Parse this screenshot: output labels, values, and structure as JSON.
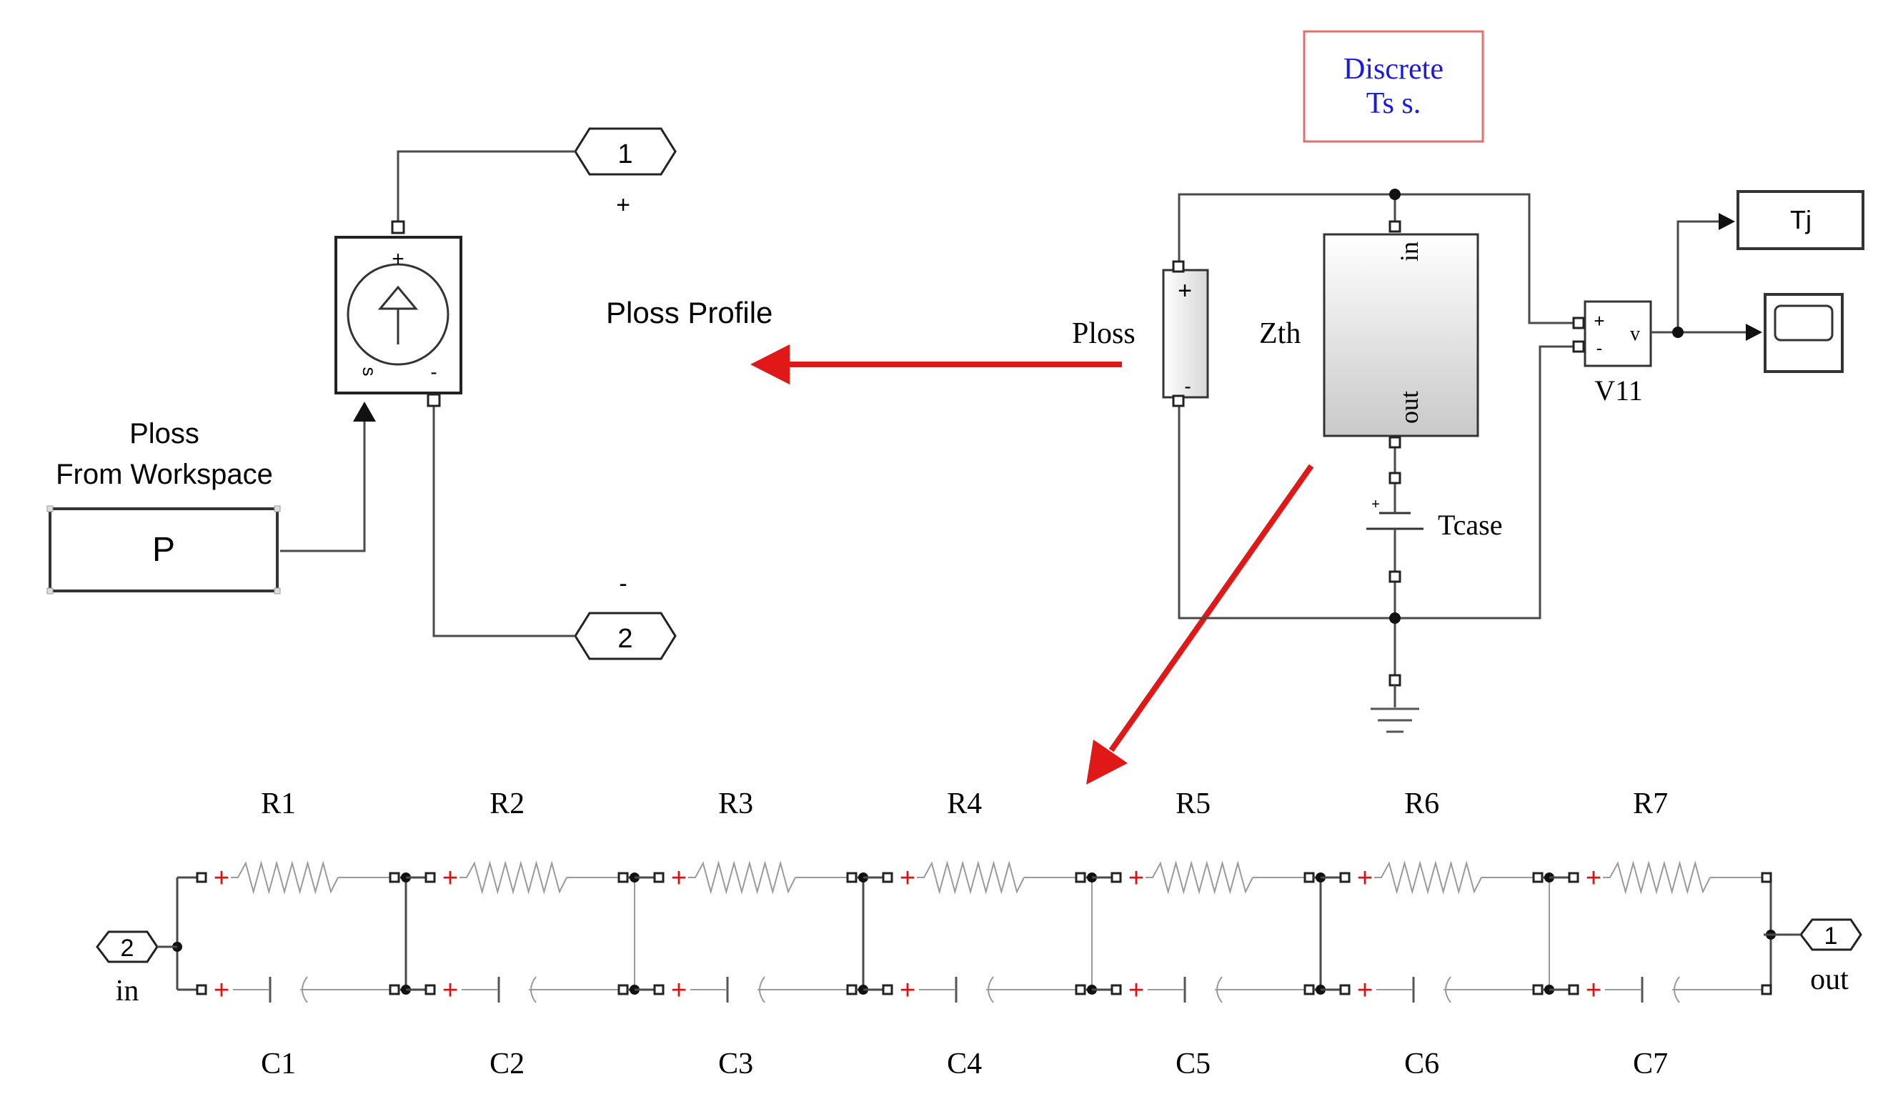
{
  "solver_block": {
    "line1": "Discrete",
    "line2": "Ts s."
  },
  "ports": {
    "pos_number": "1",
    "neg_number": "2",
    "pos_sign": "+",
    "neg_sign": "-"
  },
  "current_source": {
    "plus_label": "+",
    "s_label": "s",
    "minus_label": "-"
  },
  "ploss_profile_label": "Ploss Profile",
  "from_workspace": {
    "title_line1": "Ploss",
    "title_line2": "From Workspace",
    "variable": "P"
  },
  "top_circuit": {
    "ploss_label": "Ploss",
    "ploss_block_plus": "+",
    "ploss_block_minus": "-",
    "zth_label": "Zth",
    "zth_in": "in",
    "zth_out": "out",
    "tcase_label": "Tcase",
    "tcase_plus": "+",
    "voltmeter_label": "V11",
    "voltmeter_plus": "+",
    "voltmeter_minus": "-",
    "voltmeter_v": "v",
    "tj_label": "Tj"
  },
  "rc_network": {
    "resistors": [
      "R1",
      "R2",
      "R3",
      "R4",
      "R5",
      "R6",
      "R7"
    ],
    "capacitors": [
      "C1",
      "C2",
      "C3",
      "C4",
      "C5",
      "C6",
      "C7"
    ],
    "in_port_number": "2",
    "in_label": "in",
    "out_port_number": "1",
    "out_label": "out",
    "plus_sign": "+"
  },
  "colors": {
    "solver_text": "#1a1adc",
    "solver_border": "#e06060",
    "arrow": "#e01818",
    "plus_marks": "#e01010"
  }
}
